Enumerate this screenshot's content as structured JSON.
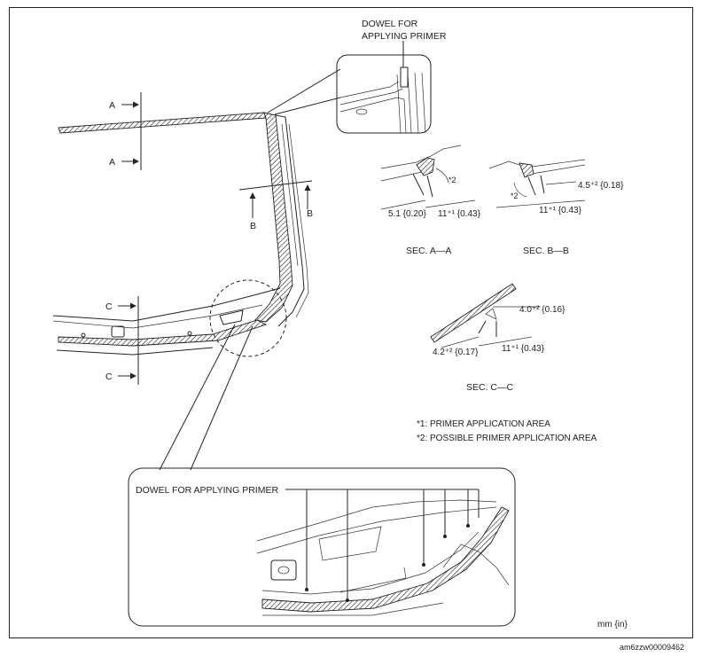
{
  "top_callout_label": [
    "DOWEL FOR",
    "APPLYING PRIMER"
  ],
  "bottom_callout_label": "DOWEL FOR APPLYING PRIMER",
  "section_marks": {
    "a": "A",
    "b": "B",
    "c": "C"
  },
  "sections": [
    {
      "caption": "SEC. A—A",
      "dims": [
        "5.1 {0.20}",
        "11⁺¹ {0.43}",
        "*2"
      ]
    },
    {
      "caption": "SEC. B—B",
      "dims": [
        "4.5⁺² {0.18}",
        "11⁺¹ {0.43}",
        "*2"
      ]
    },
    {
      "caption": "SEC. C—C",
      "dims": [
        "4.0⁺² {0.16}",
        "4.2⁺² {0.17}",
        "11⁺¹ {0.43}"
      ]
    }
  ],
  "notes": [
    "*1:  PRIMER APPLICATION AREA",
    "*2:  POSSIBLE PRIMER APPLICATION AREA"
  ],
  "unit_label": "mm {in}",
  "image_code": "am6zzw00009462"
}
